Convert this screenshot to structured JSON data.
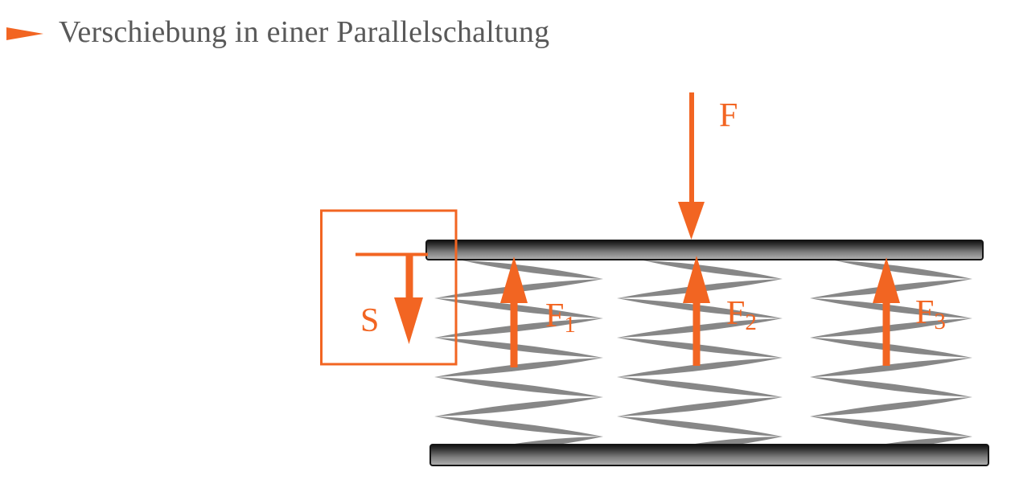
{
  "title": {
    "bullet_icon": "right-triangle-icon",
    "text": "Verschiebung in einer Parallelschaltung"
  },
  "diagram": {
    "applied_force_label": "F",
    "displacement_label": "S",
    "spring_force_labels": [
      {
        "main": "F",
        "sub": "1"
      },
      {
        "main": "F",
        "sub": "2"
      },
      {
        "main": "F",
        "sub": "3"
      }
    ],
    "spring_count": "3"
  },
  "colors": {
    "accent_orange": "#F26522",
    "spring_gray": "#878787",
    "title_gray": "#595959",
    "plate_dark": "#141414",
    "plate_light": "#b2b2b2"
  }
}
